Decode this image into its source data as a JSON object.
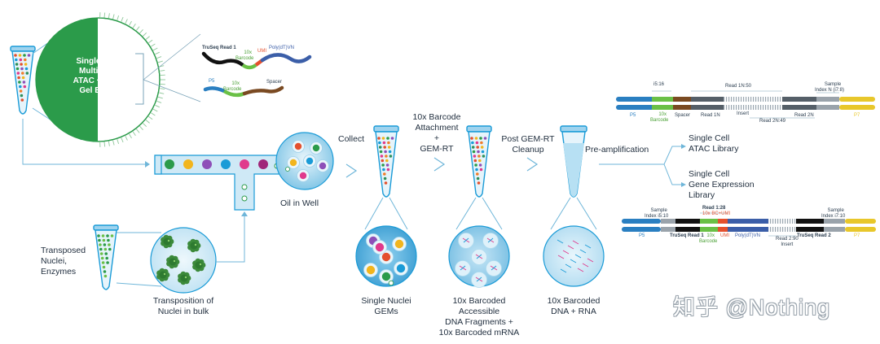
{
  "bead": {
    "line1": "Single Cell",
    "line2": "Multiome",
    "line3": "ATAC + GEX",
    "line4": "Gel Bead"
  },
  "oligo_gex": {
    "truseq": "TruSeq Read 1",
    "barcode_1": "10x",
    "barcode_2": "Barcode",
    "umi": "UMI",
    "polydt": "Poly(dT)VN"
  },
  "oligo_atac": {
    "p5": "P5",
    "barcode_1": "10x",
    "barcode_2": "Barcode",
    "spacer": "Spacer"
  },
  "oil_label": "Oil in Well",
  "nuclei": {
    "line1": "Transposed",
    "line2": "Nuclei,",
    "line3": "Enzymes"
  },
  "transposition": {
    "line1": "Transposition of",
    "line2": "Nuclei in bulk"
  },
  "steps": {
    "collect": "Collect",
    "barcode_line1": "10x Barcode",
    "barcode_line2": "Attachment",
    "barcode_line3": "+",
    "barcode_line4": "GEM-RT",
    "cleanup_line1": "Post GEM-RT",
    "cleanup_line2": "Cleanup",
    "preamp": "Pre-amplification"
  },
  "captions": {
    "gems_line1": "Single Nuclei",
    "gems_line2": "GEMs",
    "frag_line1": "10x Barcoded",
    "frag_line2": "Accessible",
    "frag_line3": "DNA Fragments +",
    "frag_line4": "10x Barcoded mRNA",
    "final_line1": "10x Barcoded",
    "final_line2": "DNA + RNA"
  },
  "libraries": {
    "atac_line1": "Single Cell",
    "atac_line2": "ATAC Library",
    "gex_line1": "Single Cell",
    "gex_line2": "Gene Expression",
    "gex_line3": "Library"
  },
  "atac_construct": {
    "i5": "i5:16",
    "read1n": "Read 1N:50",
    "sample_index_1": "Sample",
    "sample_index_2": "Index N (i7:8)",
    "p5": "P5",
    "barcode_1": "10x",
    "barcode_2": "Barcode",
    "spacer": "Spacer",
    "read1n_short": "Read 1N",
    "insert": "Insert",
    "read2n": "Read 2N",
    "p7": "P7",
    "read2n_len": "Read 2N:49"
  },
  "gex_construct": {
    "sample_left_1": "Sample",
    "sample_left_2": "Index i5:10",
    "read1_len": "Read 1:28",
    "bc_umi": "10x BC+UMI",
    "sample_right_1": "Sample",
    "sample_right_2": "Index i7:10",
    "p5": "P5",
    "truseq1": "TruSeq Read 1",
    "barcode_1": "10x",
    "barcode_2": "Barcode",
    "umi": "UMI",
    "polydt": "Poly(dT)VN",
    "truseq2": "TruSeq Read 2",
    "p7": "P7",
    "read2_1": "Read 2:90",
    "read2_2": "Insert"
  },
  "watermark": "知乎 @Nothing",
  "colors": {
    "teal": "#1a9bd7",
    "line": "#6fb6d9",
    "bead_green": "#2b9b4a",
    "channel": "#cfe9f6",
    "p5_blue": "#2a7fc1",
    "barcode_green": "#6ac046",
    "spacer_brown": "#7a4a22",
    "umi_red": "#e4502e",
    "polydt_blue": "#3b5ea8",
    "p7_yellow": "#e8c72b",
    "truseq_black": "#111111"
  }
}
